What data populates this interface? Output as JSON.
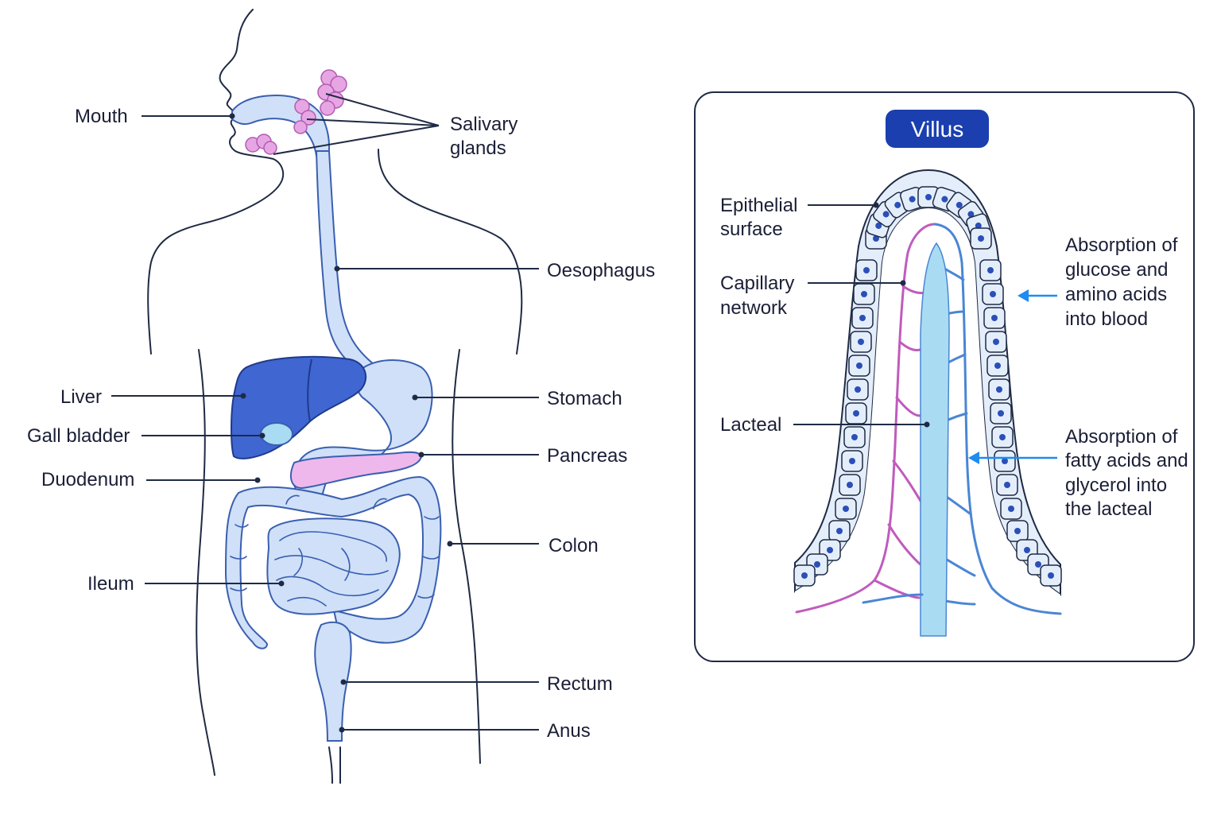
{
  "colors": {
    "outline": "#1f2a44",
    "tract_fill": "#cfe0f8",
    "tract_stroke": "#3a5fb0",
    "liver": "#3f66d1",
    "gall_bladder": "#a9dcf3",
    "gland_pink": "#e6a6e3",
    "pancreas": "#eeb8ec",
    "capillary_pink": "#c05bbd",
    "capillary_blue": "#4a86d4",
    "lacteal": "#a9dcf3",
    "arrow_blue": "#1e8cf0",
    "badge": "#1b3fae"
  },
  "body_labels": {
    "mouth": "Mouth",
    "salivary_line1": "Salivary",
    "salivary_line2": "glands",
    "oesophagus": "Oesophagus",
    "liver": "Liver",
    "gall_bladder": "Gall bladder",
    "duodenum": "Duodenum",
    "ileum": "Ileum",
    "stomach": "Stomach",
    "pancreas": "Pancreas",
    "colon": "Colon",
    "rectum": "Rectum",
    "anus": "Anus"
  },
  "villus": {
    "title": "Villus",
    "epithelial_line1": "Epithelial",
    "epithelial_line2": "surface",
    "capillary_line1": "Capillary",
    "capillary_line2": "network",
    "lacteal": "Lacteal",
    "absorb_blood_line1": "Absorption of",
    "absorb_blood_line2": "glucose and",
    "absorb_blood_line3": "amino acids",
    "absorb_blood_line4": "into blood",
    "absorb_lacteal_line1": "Absorption of",
    "absorb_lacteal_line2": "fatty acids and",
    "absorb_lacteal_line3": "glycerol into",
    "absorb_lacteal_line4": "the lacteal"
  }
}
